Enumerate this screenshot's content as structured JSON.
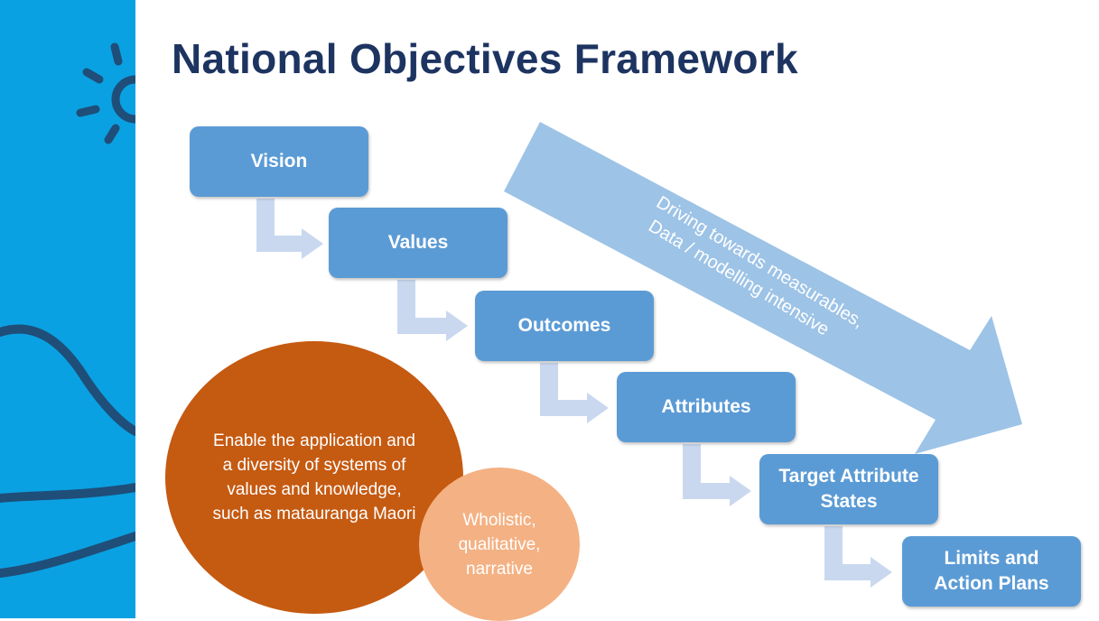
{
  "slide": {
    "title": "National Objectives Framework"
  },
  "steps": [
    {
      "label": "Vision"
    },
    {
      "label": "Values"
    },
    {
      "label": "Outcomes"
    },
    {
      "label": "Attributes"
    },
    {
      "label": "Target Attribute States"
    },
    {
      "label": "Limits and Action Plans"
    }
  ],
  "big_arrow": {
    "line1": "Driving towards measurables,",
    "line2": "Data / modelling intensive"
  },
  "circles": {
    "big": "Enable the application and a diversity of systems of values and knowledge, such as matauranga Maori",
    "small": "Wholistic, qualitative, narrative"
  },
  "colors": {
    "sidebar": "#0aa1e2",
    "title": "#1d3461",
    "step_box": "#5b9bd5",
    "connector": "#c9d8ef",
    "big_arrow": "#9dc3e6",
    "circle_big": "#c55a11",
    "circle_small": "#f4b183"
  }
}
